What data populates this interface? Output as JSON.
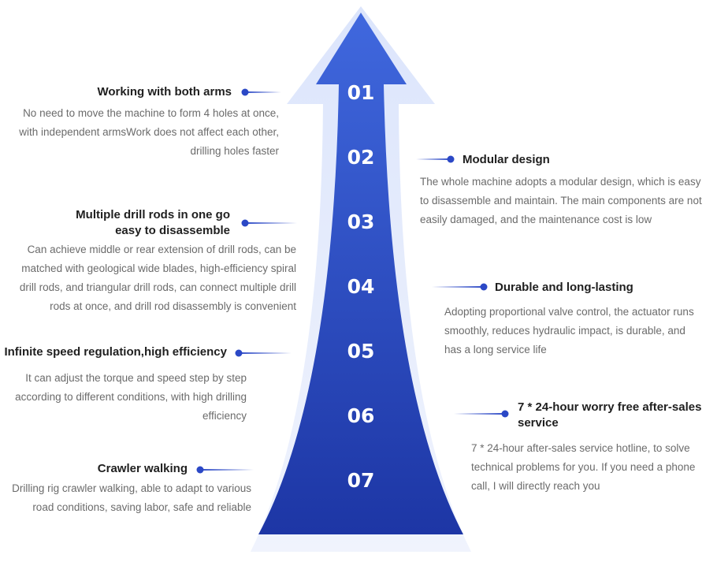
{
  "numbers": [
    "01",
    "02",
    "03",
    "04",
    "05",
    "06",
    "07"
  ],
  "features": {
    "working_arms": {
      "title": "Working with both arms",
      "desc": [
        "No need to move the machine to form 4 holes at once,",
        "with independent armsWork does not affect each other,",
        "drilling holes faster"
      ]
    },
    "modular": {
      "title": "Modular design",
      "desc": [
        "The whole machine adopts a modular design, which is easy",
        "to disassemble and maintain. The main components are not",
        "easily damaged, and the maintenance cost is low"
      ]
    },
    "drill_rods": {
      "title": [
        "Multiple drill rods in one go",
        "easy to disassemble"
      ],
      "desc": [
        "Can achieve middle or rear extension of drill rods, can be",
        "matched with geological wide blades, high-efficiency spiral",
        "drill rods, and triangular drill rods, can connect multiple drill",
        "rods at once, and drill rod disassembly is convenient"
      ]
    },
    "durable": {
      "title": "Durable and long-lasting",
      "desc": [
        "Adopting proportional valve control, the actuator runs",
        "smoothly, reduces hydraulic impact, is durable, and",
        "has a long service life"
      ]
    },
    "speed": {
      "title": "Infinite speed regulation,high efficiency",
      "desc": [
        "It can adjust the torque and speed step by step",
        "according to different conditions, with high drilling",
        "efficiency"
      ]
    },
    "after_sales": {
      "title": [
        "7 * 24-hour worry free after-sales",
        "service"
      ],
      "desc": [
        "7 * 24-hour after-sales service hotline, to solve",
        "technical problems for you. If you need a phone",
        "call, I will directly reach you"
      ]
    },
    "crawler": {
      "title": "Crawler walking",
      "desc": [
        "Drilling rig crawler walking, able to adapt to various",
        "road conditions, saving labor, safe and reliable"
      ]
    }
  },
  "colors": {
    "arrow_top": "#3d63dc",
    "arrow_bottom": "#1e37a6",
    "glow": "#dce5fb",
    "dot": "#2b48c6"
  }
}
